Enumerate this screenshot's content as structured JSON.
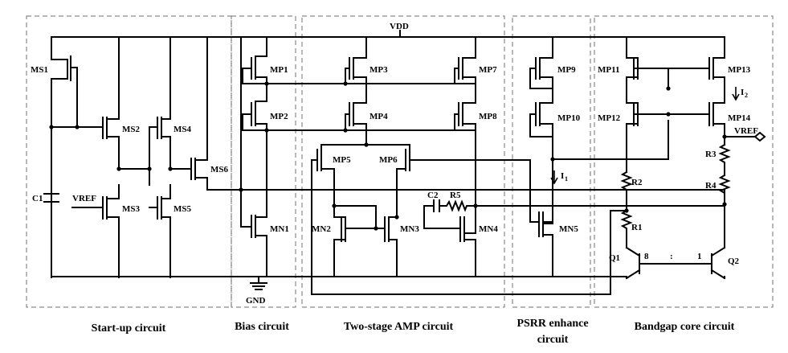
{
  "supply": {
    "vdd": "VDD",
    "gnd": "GND"
  },
  "sections": {
    "startup": "Start-up circuit",
    "bias": "Bias circuit",
    "amp": "Two-stage AMP circuit",
    "psrr_line1": "PSRR enhance",
    "psrr_line2": "circuit",
    "bandgap": "Bandgap core circuit"
  },
  "devices": {
    "ms1": "MS1",
    "ms2": "MS2",
    "ms3": "MS3",
    "ms4": "MS4",
    "ms5": "MS5",
    "ms6": "MS6",
    "mp1": "MP1",
    "mp2": "MP2",
    "mn1": "MN1",
    "mp3": "MP3",
    "mp4": "MP4",
    "mp5": "MP5",
    "mp6": "MP6",
    "mp7": "MP7",
    "mp8": "MP8",
    "mn2": "MN2",
    "mn3": "MN3",
    "mn4": "MN4",
    "mp9": "MP9",
    "mp10": "MP10",
    "mn5": "MN5",
    "mp11": "MP11",
    "mp12": "MP12",
    "mp13": "MP13",
    "mp14": "MP14",
    "c1": "C1",
    "c2": "C2",
    "r5": "R5",
    "r1": "R1",
    "r2": "R2",
    "r3": "R3",
    "r4": "R4",
    "q1": "Q1",
    "q2": "Q2"
  },
  "signals": {
    "vref_in": "VREF",
    "vref_out": "VREF",
    "i1": "I",
    "i1_sub": "1",
    "i2": "I",
    "i2_sub": "2"
  },
  "ratio": {
    "left": "8",
    "sep": ":",
    "right": "1"
  }
}
